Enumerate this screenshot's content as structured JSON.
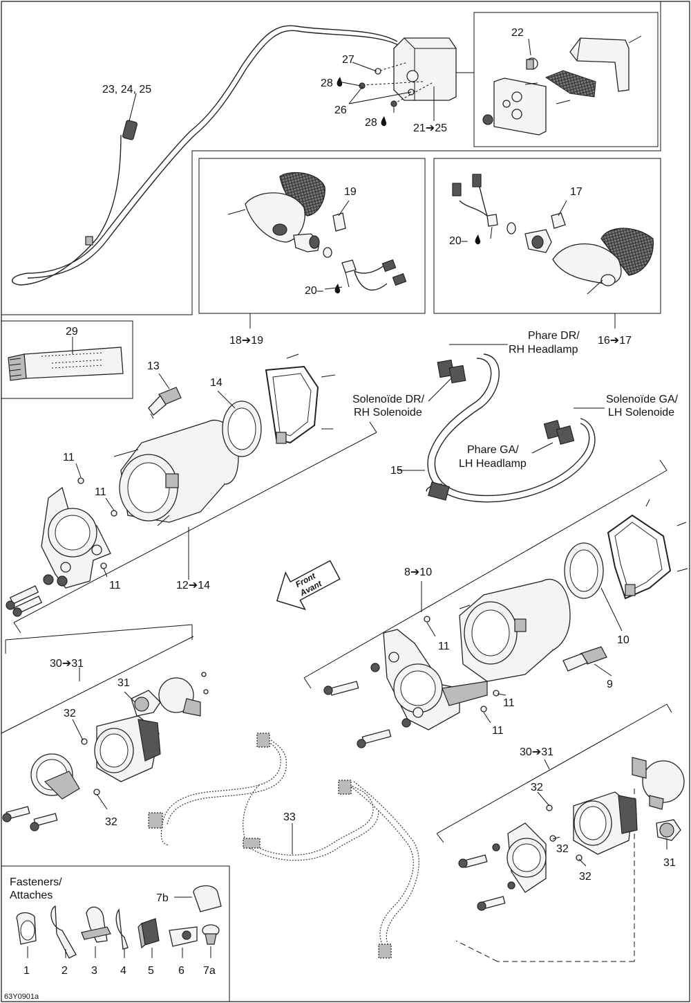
{
  "callouts": {
    "c1": "1",
    "c2": "2",
    "c3": "3",
    "c4": "4",
    "c5": "5",
    "c6": "6",
    "c7a": "7a",
    "c7b": "7b",
    "c8_10": "8➔10",
    "c9": "9",
    "c10": "10",
    "c11": "11",
    "c12_14": "12➔14",
    "c13": "13",
    "c14": "14",
    "c15": "15",
    "c16_17": "16➔17",
    "c17": "17",
    "c18_19": "18➔19",
    "c19": "19",
    "c20": "20–",
    "c21_25": "21➔25",
    "c22": "22",
    "c23_25": "23, 24, 25",
    "c26": "26",
    "c27": "27",
    "c28": "28",
    "c29": "29",
    "c30_31": "30➔31",
    "c31": "31",
    "c32": "32",
    "c33": "33"
  },
  "texts": {
    "phare_dr": "Phare DR/",
    "rh_headlamp": "RH Headlamp",
    "solenoide_dr": "Solenoïde DR/",
    "rh_solenoide": "RH Solenoide",
    "solenoide_ga": "Solenoïde GA/",
    "lh_solenoide": "LH Solenoide",
    "phare_ga": "Phare GA/",
    "lh_headlamp": "LH Headlamp",
    "front": "Front",
    "avant": "Avant",
    "fasteners": "Fasteners/",
    "attaches": "Attaches",
    "diagram_code": "63Y0901a"
  },
  "icons": {
    "droplet": "droplet-icon",
    "arrow": "arrow-right-icon"
  }
}
